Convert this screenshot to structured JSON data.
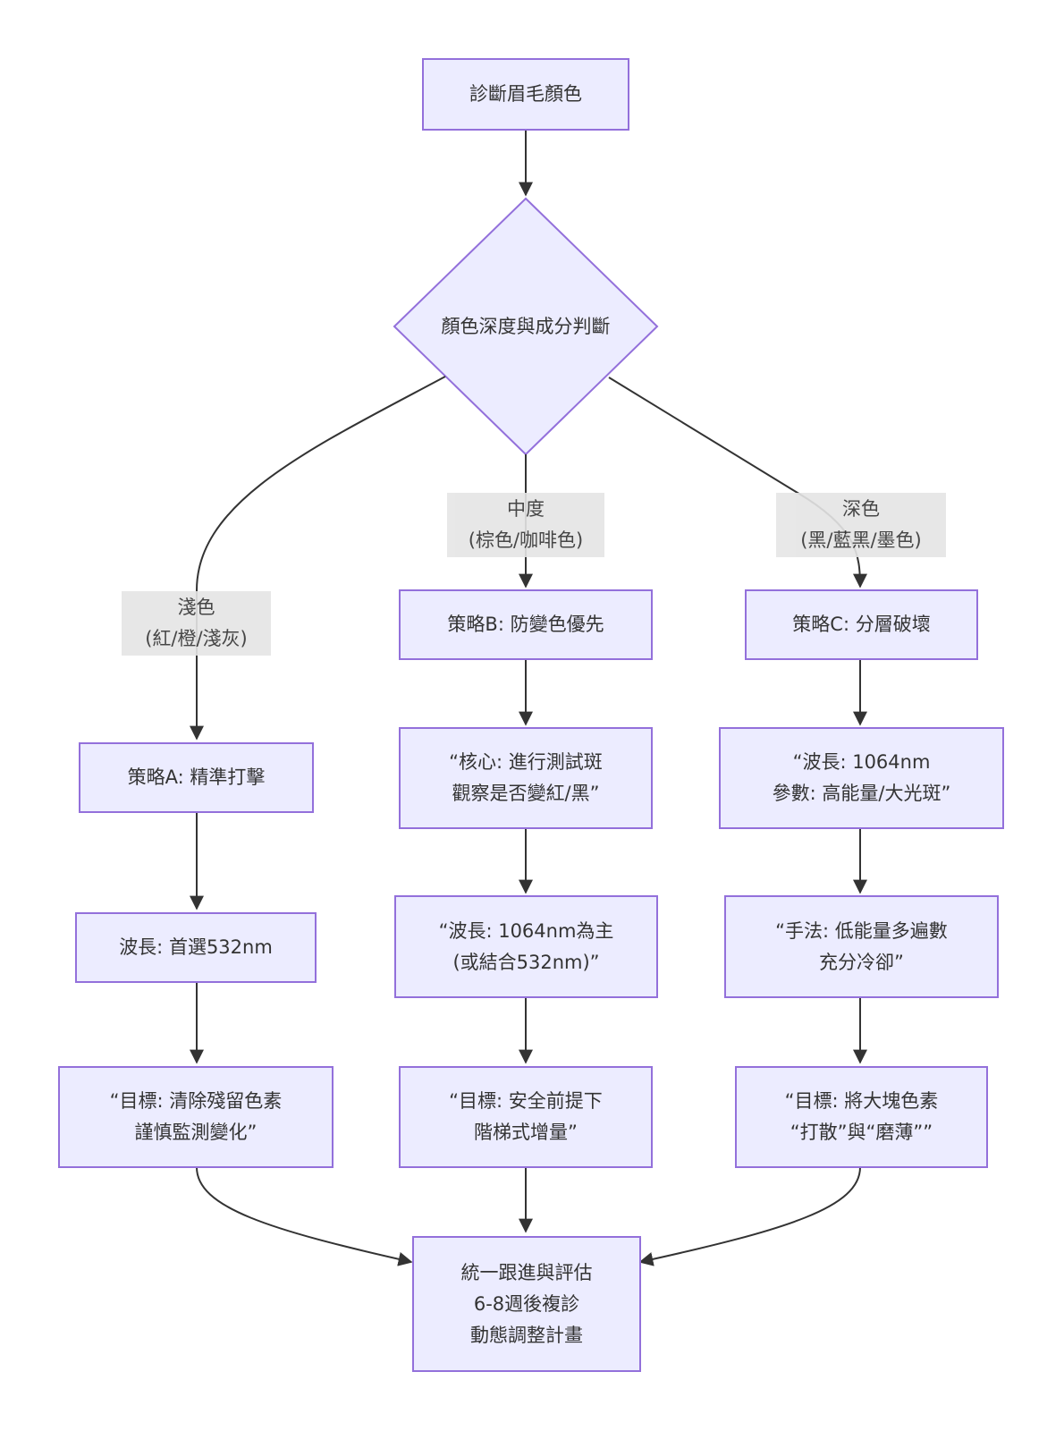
{
  "flowchart": {
    "colors": {
      "node_fill": "#ECECFF",
      "node_border": "#9370DB",
      "edge_label_fill": "#e5e5e5",
      "edge_stroke": "#333333",
      "text": "#333333"
    },
    "nodes": {
      "start": "診斷眉毛顏色",
      "decision": "顏色深度與成分判斷",
      "strategy_a": "策略A: 精準打擊",
      "strategy_b": "策略B: 防變色優先",
      "strategy_c": "策略C: 分層破壞",
      "a_step1": "波長: 首選532nm",
      "a_goal": "“目標: 清除殘留色素\n謹慎監測變化”",
      "b_step1": "“核心: 進行測試斑\n觀察是否變紅/黑”",
      "b_step2": "“波長: 1064nm為主\n(或結合532nm)”",
      "b_goal": "“目標: 安全前提下\n階梯式增量”",
      "c_step1": "“波長: 1064nm\n參數: 高能量/大光斑”",
      "c_step2": "“手法: 低能量多遍數\n充分冷卻”",
      "c_goal": "“目標: 將大塊色素\n“打散”與“磨薄””",
      "end": "統一跟進與評估\n6-8週後複診\n動態調整計畫"
    },
    "edge_labels": {
      "light": "淺色\n(紅/橙/淺灰)",
      "medium": "中度\n(棕色/咖啡色)",
      "dark": "深色\n(黑/藍黑/墨色)"
    }
  }
}
